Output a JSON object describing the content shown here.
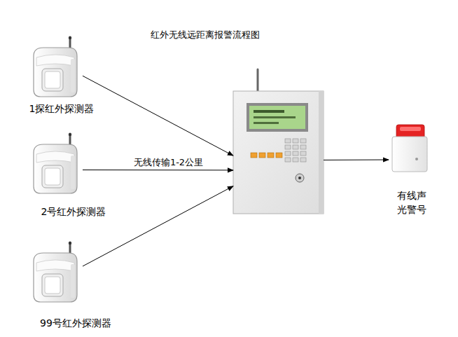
{
  "diagram": {
    "title": "红外无线远距离报警流程图",
    "nodes": [
      {
        "text": [
          "1探红外探测器"
        ]
      },
      {
        "text": [
          "2号红外探测器"
        ]
      },
      {
        "text": [
          "99号红外探测器"
        ]
      },
      {
        "text": []
      },
      {
        "text": [
          "有线声 光警号"
        ]
      }
    ],
    "edges": [
      {
        "from": 0,
        "to": 3,
        "arrow": "to"
      },
      {
        "from": 1,
        "to": 3,
        "label": "无线传输1-2公里",
        "arrow": "to"
      },
      {
        "from": 2,
        "to": 3,
        "arrow": "to"
      },
      {
        "from": 3,
        "to": 4,
        "arrow": "to"
      }
    ]
  }
}
